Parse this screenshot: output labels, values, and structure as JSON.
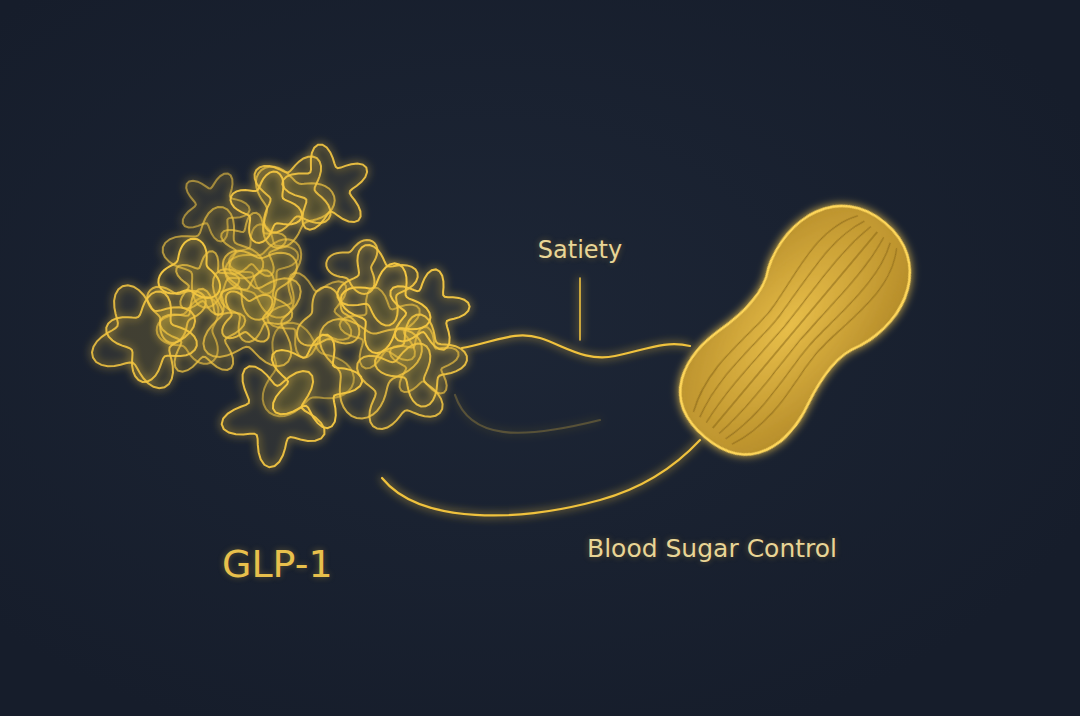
{
  "diagram": {
    "labels": [
      "Satiety",
      "Blood Sugar Control",
      "GLP-1"
    ]
  }
}
